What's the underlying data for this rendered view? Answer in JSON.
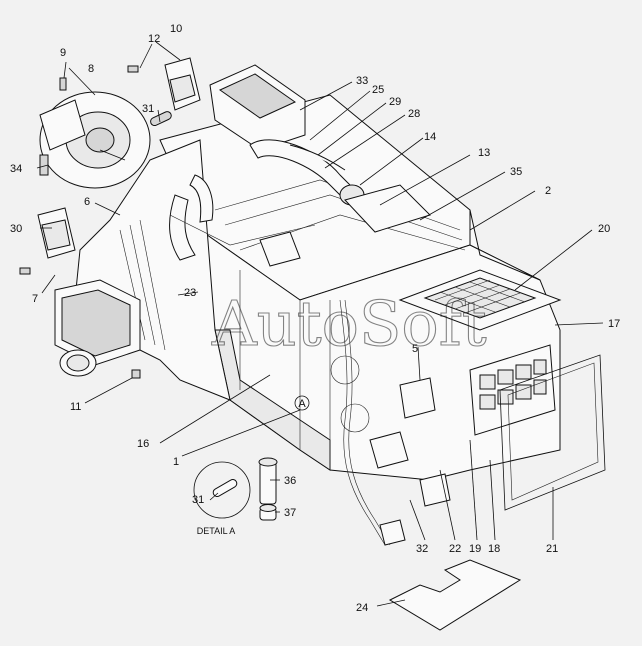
{
  "diagram": {
    "watermark": "AutoSoft",
    "detail_label": "DETAIL A",
    "detail_marker": "A",
    "callouts": [
      {
        "id": "c1",
        "text": "1"
      },
      {
        "id": "c2",
        "text": "2"
      },
      {
        "id": "c5",
        "text": "5"
      },
      {
        "id": "c6",
        "text": "6"
      },
      {
        "id": "c7",
        "text": "7"
      },
      {
        "id": "c8",
        "text": "8"
      },
      {
        "id": "c9",
        "text": "9"
      },
      {
        "id": "c10",
        "text": "10"
      },
      {
        "id": "c11",
        "text": "11"
      },
      {
        "id": "c12",
        "text": "12"
      },
      {
        "id": "c13",
        "text": "13"
      },
      {
        "id": "c14",
        "text": "14"
      },
      {
        "id": "c16",
        "text": "16"
      },
      {
        "id": "c17",
        "text": "17"
      },
      {
        "id": "c18",
        "text": "18"
      },
      {
        "id": "c19",
        "text": "19"
      },
      {
        "id": "c20",
        "text": "20"
      },
      {
        "id": "c21",
        "text": "21"
      },
      {
        "id": "c22",
        "text": "22"
      },
      {
        "id": "c23",
        "text": "23"
      },
      {
        "id": "c24",
        "text": "24"
      },
      {
        "id": "c25",
        "text": "25"
      },
      {
        "id": "c28",
        "text": "28"
      },
      {
        "id": "c29",
        "text": "29"
      },
      {
        "id": "c30",
        "text": "30"
      },
      {
        "id": "c31a",
        "text": "31"
      },
      {
        "id": "c31b",
        "text": "31"
      },
      {
        "id": "c32",
        "text": "32"
      },
      {
        "id": "c33",
        "text": "33"
      },
      {
        "id": "c34",
        "text": "34"
      },
      {
        "id": "c35",
        "text": "35"
      },
      {
        "id": "c36",
        "text": "36"
      },
      {
        "id": "c37",
        "text": "37"
      }
    ]
  }
}
